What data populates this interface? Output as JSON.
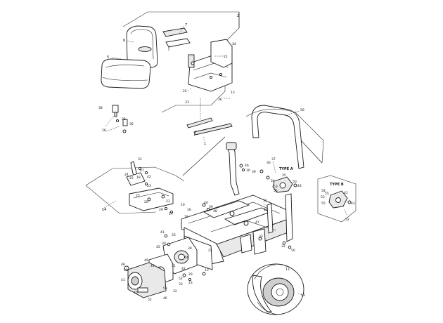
{
  "callouts": {
    "c1": "1",
    "c2": "2",
    "c5": "5",
    "c6": "6",
    "c7": "7",
    "c13": "13",
    "c14": "14",
    "c15": "15",
    "c16": "16",
    "c17": "17",
    "c18": "18",
    "c19": "19",
    "c20": "20",
    "c21": "21",
    "c22": "22",
    "c23": "23",
    "c24": "24",
    "c25": "25",
    "c26": "26",
    "c27": "27",
    "c28": "28",
    "c29": "29",
    "c30": "30",
    "c31": "31",
    "c32": "32",
    "c33": "33",
    "c34": "34",
    "c35": "35",
    "c36": "36",
    "c37": "37",
    "c38": "38",
    "c39": "39",
    "c40": "40",
    "c41": "41",
    "c42": "42",
    "c43": "43",
    "c44": "44",
    "c45": "45",
    "c46": "46",
    "c47": "47",
    "c48": "48",
    "c49": "49",
    "c50": "50",
    "c51": "51",
    "c52": "52",
    "c53": "53",
    "c54": "54",
    "c55": "55",
    "c56": "56"
  },
  "insets": {
    "type_a": "TYPE A",
    "type_b": "TYPE B"
  }
}
